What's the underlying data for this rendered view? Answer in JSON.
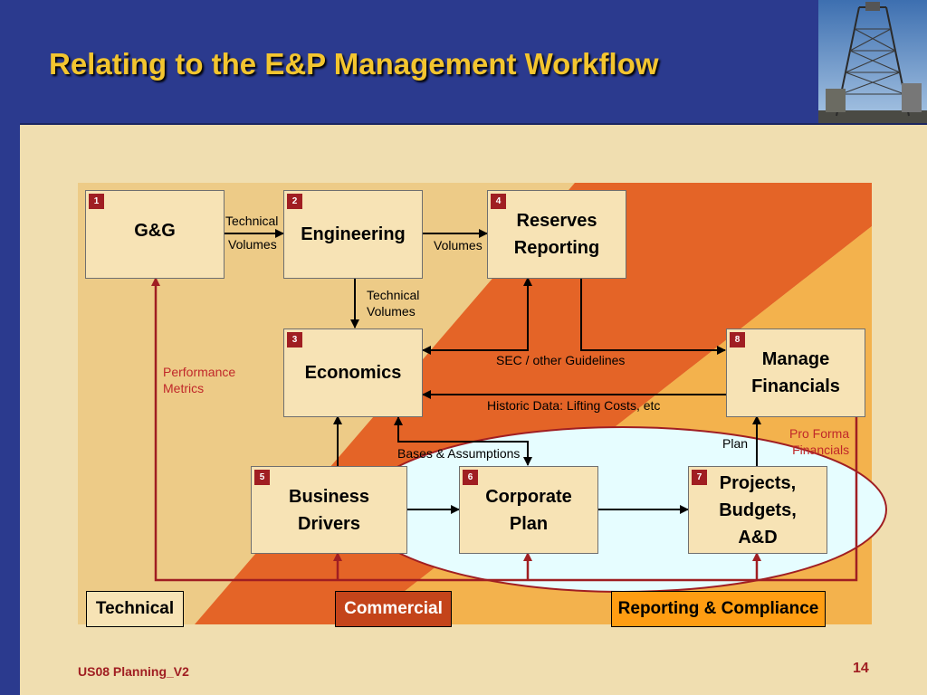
{
  "title": "Relating to the E&P Management Workflow",
  "photo_icon": "drilling-rig-photo",
  "boxes": {
    "gg": {
      "num": "1",
      "label": "G&G"
    },
    "engineering": {
      "num": "2",
      "label": "Engineering"
    },
    "economics": {
      "num": "3",
      "label": "Economics"
    },
    "reserves": {
      "num": "4",
      "label": "Reserves\nReporting"
    },
    "business": {
      "num": "5",
      "label": "Business\nDrivers"
    },
    "corporate": {
      "num": "6",
      "label": "Corporate\nPlan"
    },
    "projects": {
      "num": "7",
      "label": "Projects,\nBudgets,\nA&D"
    },
    "financials": {
      "num": "8",
      "label": "Manage\nFinancials"
    }
  },
  "labels": {
    "technical_volumes_1": "Technical",
    "volumes_1": "Volumes",
    "volumes_2": "Volumes",
    "technical_volumes_2": "Technical\nVolumes",
    "sec": "SEC / other Guidelines",
    "historic": "Historic Data: Lifting Costs, etc",
    "performance": "Performance\nMetrics",
    "bases": "Bases & Assumptions",
    "plan": "Plan",
    "proforma": "Pro Forma\nFinancials"
  },
  "legend": {
    "technical": "Technical",
    "commercial": "Commercial",
    "reporting": "Reporting & Compliance"
  },
  "colors": {
    "header": "#2b3a8e",
    "title": "#f3c52f",
    "technical_zone": "#edcb87",
    "commercial_zone": "#e46427",
    "reporting_zone": "#f3b24d",
    "highlight": "#e6fdff",
    "arrow_red": "#a01e22"
  },
  "footer": {
    "left": "US08 Planning_V2",
    "page": "14"
  }
}
